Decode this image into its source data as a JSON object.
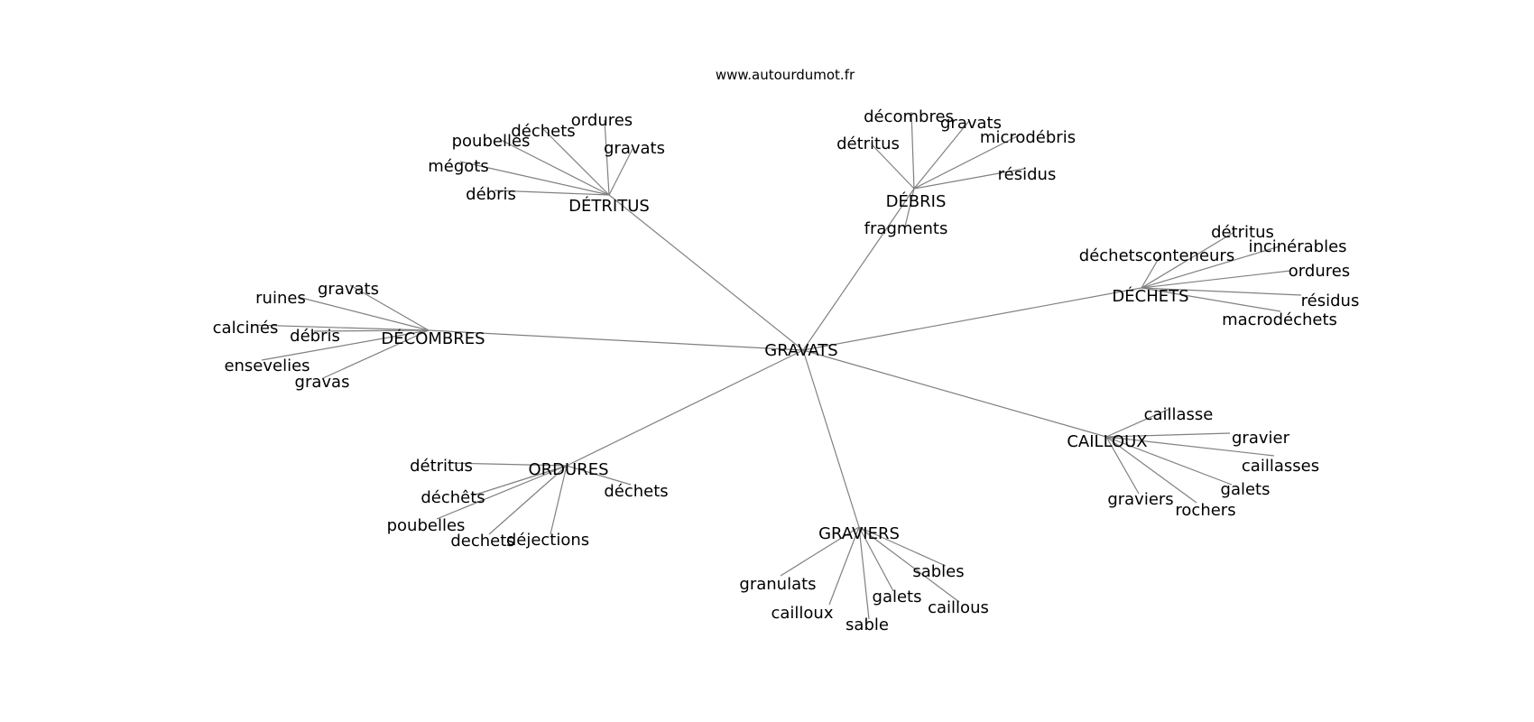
{
  "site": "www.autourdumot.fr",
  "root": "GRAVATS",
  "clusters": [
    {
      "hub": "DÉTRITUS",
      "leaves": [
        "ordures",
        "déchets",
        "poubelles",
        "mégots",
        "débris",
        "gravats"
      ]
    },
    {
      "hub": "DÉBRIS",
      "leaves": [
        "décombres",
        "gravats",
        "microdébris",
        "détritus",
        "résidus",
        "fragments"
      ]
    },
    {
      "hub": "DÉCHETS",
      "leaves": [
        "détritus",
        "incinérables",
        "déchetsconteneurs",
        "ordures",
        "résidus",
        "macrodéchets"
      ]
    },
    {
      "hub": "DÉCOMBRES",
      "leaves": [
        "gravats",
        "ruines",
        "calcinés",
        "débris",
        "ensevelies",
        "gravas"
      ]
    },
    {
      "hub": "CAILLOUX",
      "leaves": [
        "caillasse",
        "gravier",
        "caillasses",
        "galets",
        "graviers",
        "rochers"
      ]
    },
    {
      "hub": "ORDURES",
      "leaves": [
        "détritus",
        "déchêts",
        "déchets",
        "poubelles",
        "dechets",
        "déjections"
      ]
    },
    {
      "hub": "GRAVIERS",
      "leaves": [
        "granulats",
        "cailloux",
        "sable",
        "galets",
        "caillous",
        "sables"
      ]
    }
  ]
}
